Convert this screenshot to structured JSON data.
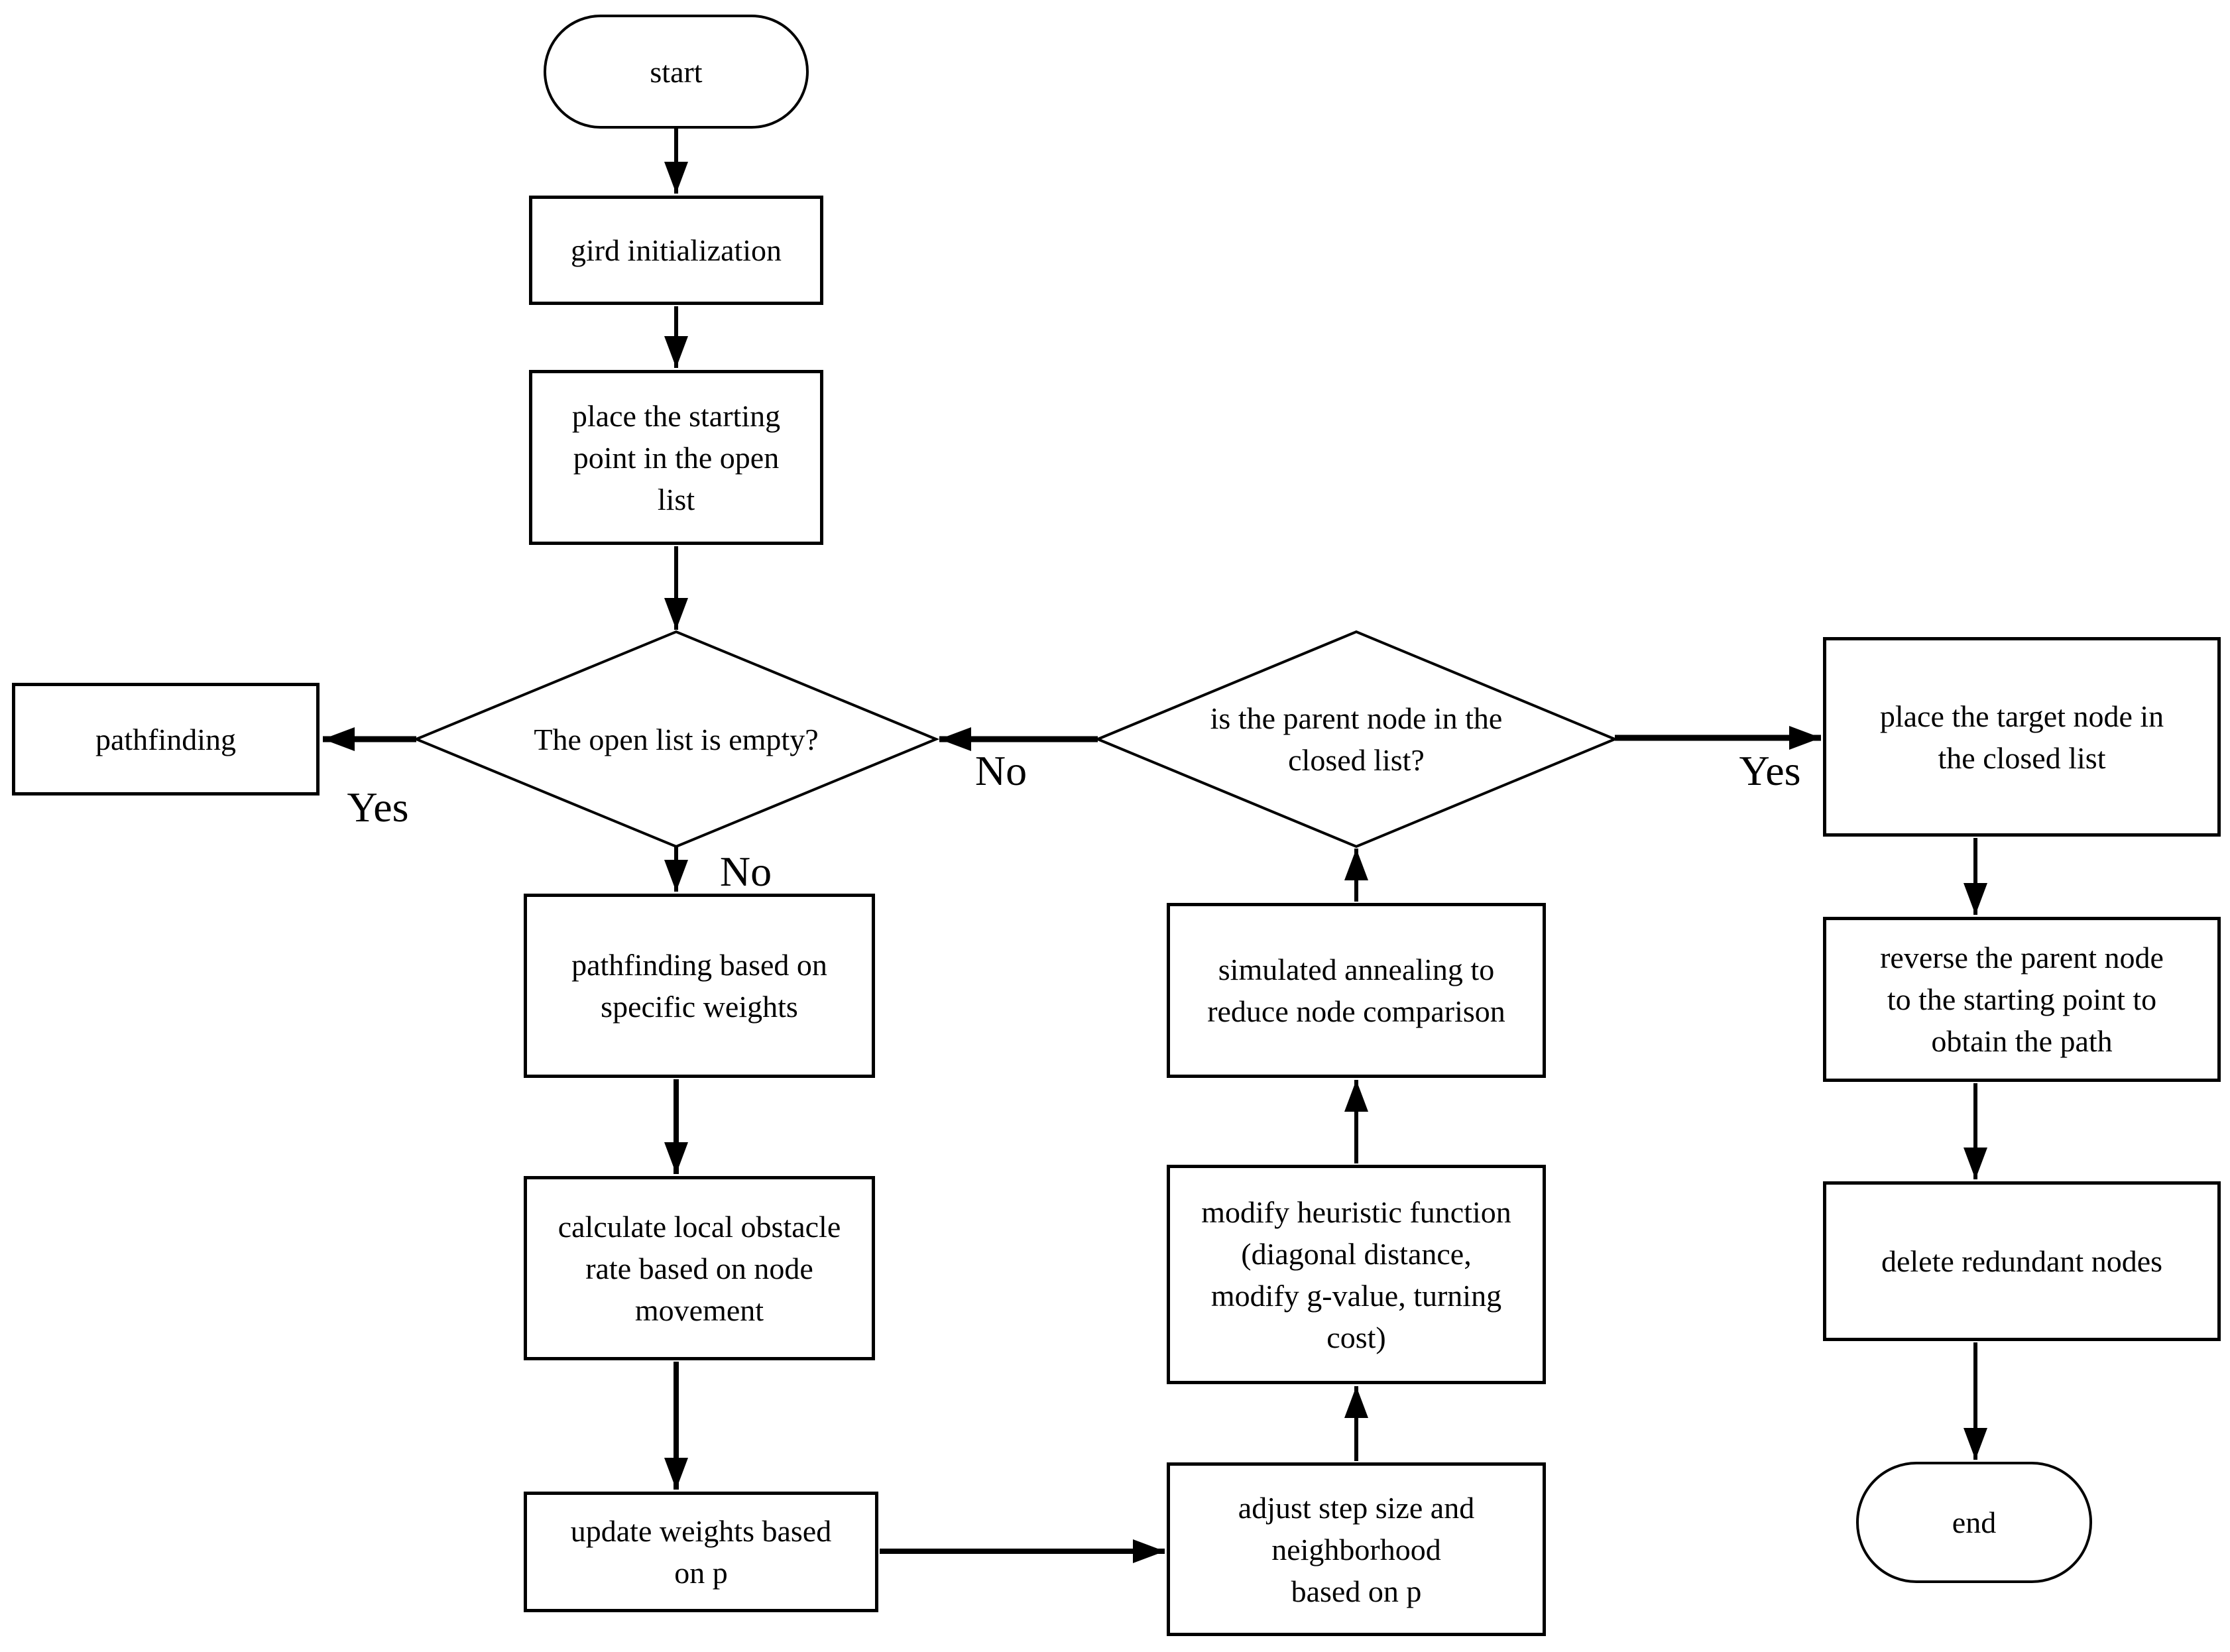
{
  "diagram": {
    "type": "flowchart",
    "colors": {
      "stroke": "#000000",
      "fill": "#ffffff",
      "background": "#ffffff"
    },
    "nodes": {
      "start": {
        "type": "terminal",
        "label": "start"
      },
      "grid_init": {
        "type": "process",
        "label": "gird initialization"
      },
      "place_start": {
        "type": "process",
        "label": "place the starting\npoint in the open\nlist"
      },
      "open_list_empty": {
        "type": "decision",
        "label": "The open list is empty?"
      },
      "pathfinding": {
        "type": "process",
        "label": "pathfinding"
      },
      "path_weights": {
        "type": "process",
        "label": "pathfinding based on\nspecific weights"
      },
      "calc_obstacle": {
        "type": "process",
        "label": "calculate local obstacle\nrate based on node\nmovement"
      },
      "update_weights": {
        "type": "process",
        "label": "update weights based\non p"
      },
      "adjust_step": {
        "type": "process",
        "label": "adjust step size and\nneighborhood\nbased on p"
      },
      "modify_heuristic": {
        "type": "process",
        "label": "modify heuristic function\n(diagonal distance,\nmodify g-value, turning\ncost)"
      },
      "sim_annealing": {
        "type": "process",
        "label": "simulated annealing to\nreduce node comparison"
      },
      "parent_in_closed": {
        "type": "decision",
        "label": "is the parent node in the\nclosed list?"
      },
      "place_target": {
        "type": "process",
        "label": "place the target node in\nthe closed list"
      },
      "reverse_parent": {
        "type": "process",
        "label": "reverse the parent node\nto the starting point to\nobtain the path"
      },
      "delete_redundant": {
        "type": "process",
        "label": "delete redundant nodes"
      },
      "end": {
        "type": "terminal",
        "label": "end"
      }
    },
    "edge_labels": {
      "open_list_yes": "Yes",
      "open_list_no": "No",
      "parent_no": "No",
      "parent_yes": "Yes"
    }
  }
}
